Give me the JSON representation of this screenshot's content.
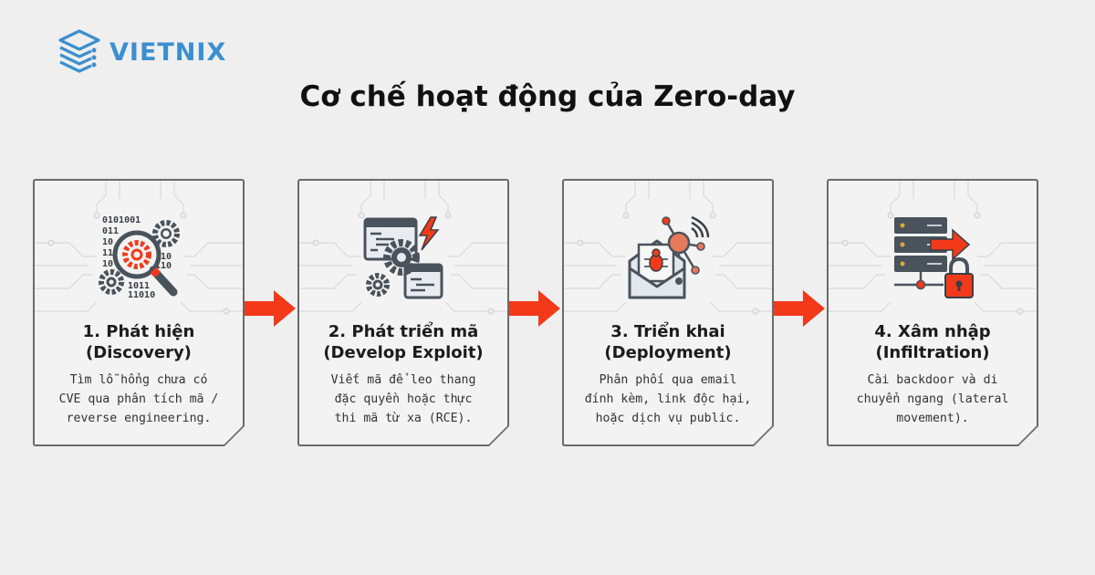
{
  "brand": {
    "name": "VIETNIX",
    "color": "#3b8fd0"
  },
  "title": "Cơ chế hoạt động của Zero-day",
  "colors": {
    "accent": "#f23a1a",
    "icon_dark": "#4a525c",
    "card_border": "#6b6b6b",
    "background": "#efefef"
  },
  "steps": [
    {
      "number": "1",
      "title_line1": "1. Phát hiện",
      "title_line2": "(Discovery)",
      "desc": [
        "Tìm lỗ hổng chưa có",
        "CVE qua phân tích mã /",
        "reverse engineering."
      ],
      "icon": "magnifier-gears-binary-icon"
    },
    {
      "number": "2",
      "title_line1": "2. Phát triển mã",
      "title_line2": "(Develop Exploit)",
      "desc": [
        "Viết mã để leo thang",
        "đặc quyền hoặc thực",
        "thi mã từ xa (RCE)."
      ],
      "icon": "code-windows-gears-lightning-icon"
    },
    {
      "number": "3",
      "title_line1": "3. Triển khai",
      "title_line2": "(Deployment)",
      "desc": [
        "Phân phối qua email",
        "đính kèm, link độc hại,",
        "hoặc dịch vụ public."
      ],
      "icon": "email-bug-network-icon"
    },
    {
      "number": "4",
      "title_line1": "4. Xâm nhập",
      "title_line2": "(Infiltration)",
      "desc": [
        "Cài backdoor và di",
        "chuyển ngang (lateral",
        "movement)."
      ],
      "icon": "server-arrow-lock-icon"
    }
  ],
  "arrows": [
    "arrow-right-icon",
    "arrow-right-icon",
    "arrow-right-icon"
  ]
}
